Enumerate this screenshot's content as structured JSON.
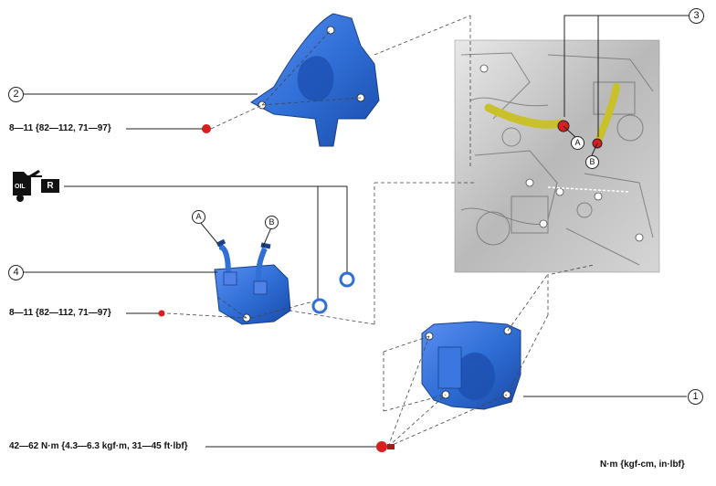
{
  "callouts": {
    "part1": "1",
    "part2": "2",
    "part3": "3",
    "part4": "4",
    "pointA_oilcooler": "A",
    "pointB_oilcooler": "B",
    "pointA_photo": "A",
    "pointB_photo": "B"
  },
  "torque_specs": {
    "spec_top": "8—11 {82—112, 71—97}",
    "spec_middle": "8—11 {82—112, 71—97}",
    "spec_bottom": "42—62 N·m {4.3—6.3 kgf·m, 31—45 ft·lbf}"
  },
  "units_note": "N·m {kgf-cm, in·lbf}",
  "oil_symbol": {
    "icon": "oil-can-icon",
    "text": "OIL",
    "badge": "R"
  },
  "colors": {
    "part_blue": "#2f6fd6",
    "torque_red": "#d81e1e",
    "hose_yellow": "#c9c12a"
  }
}
